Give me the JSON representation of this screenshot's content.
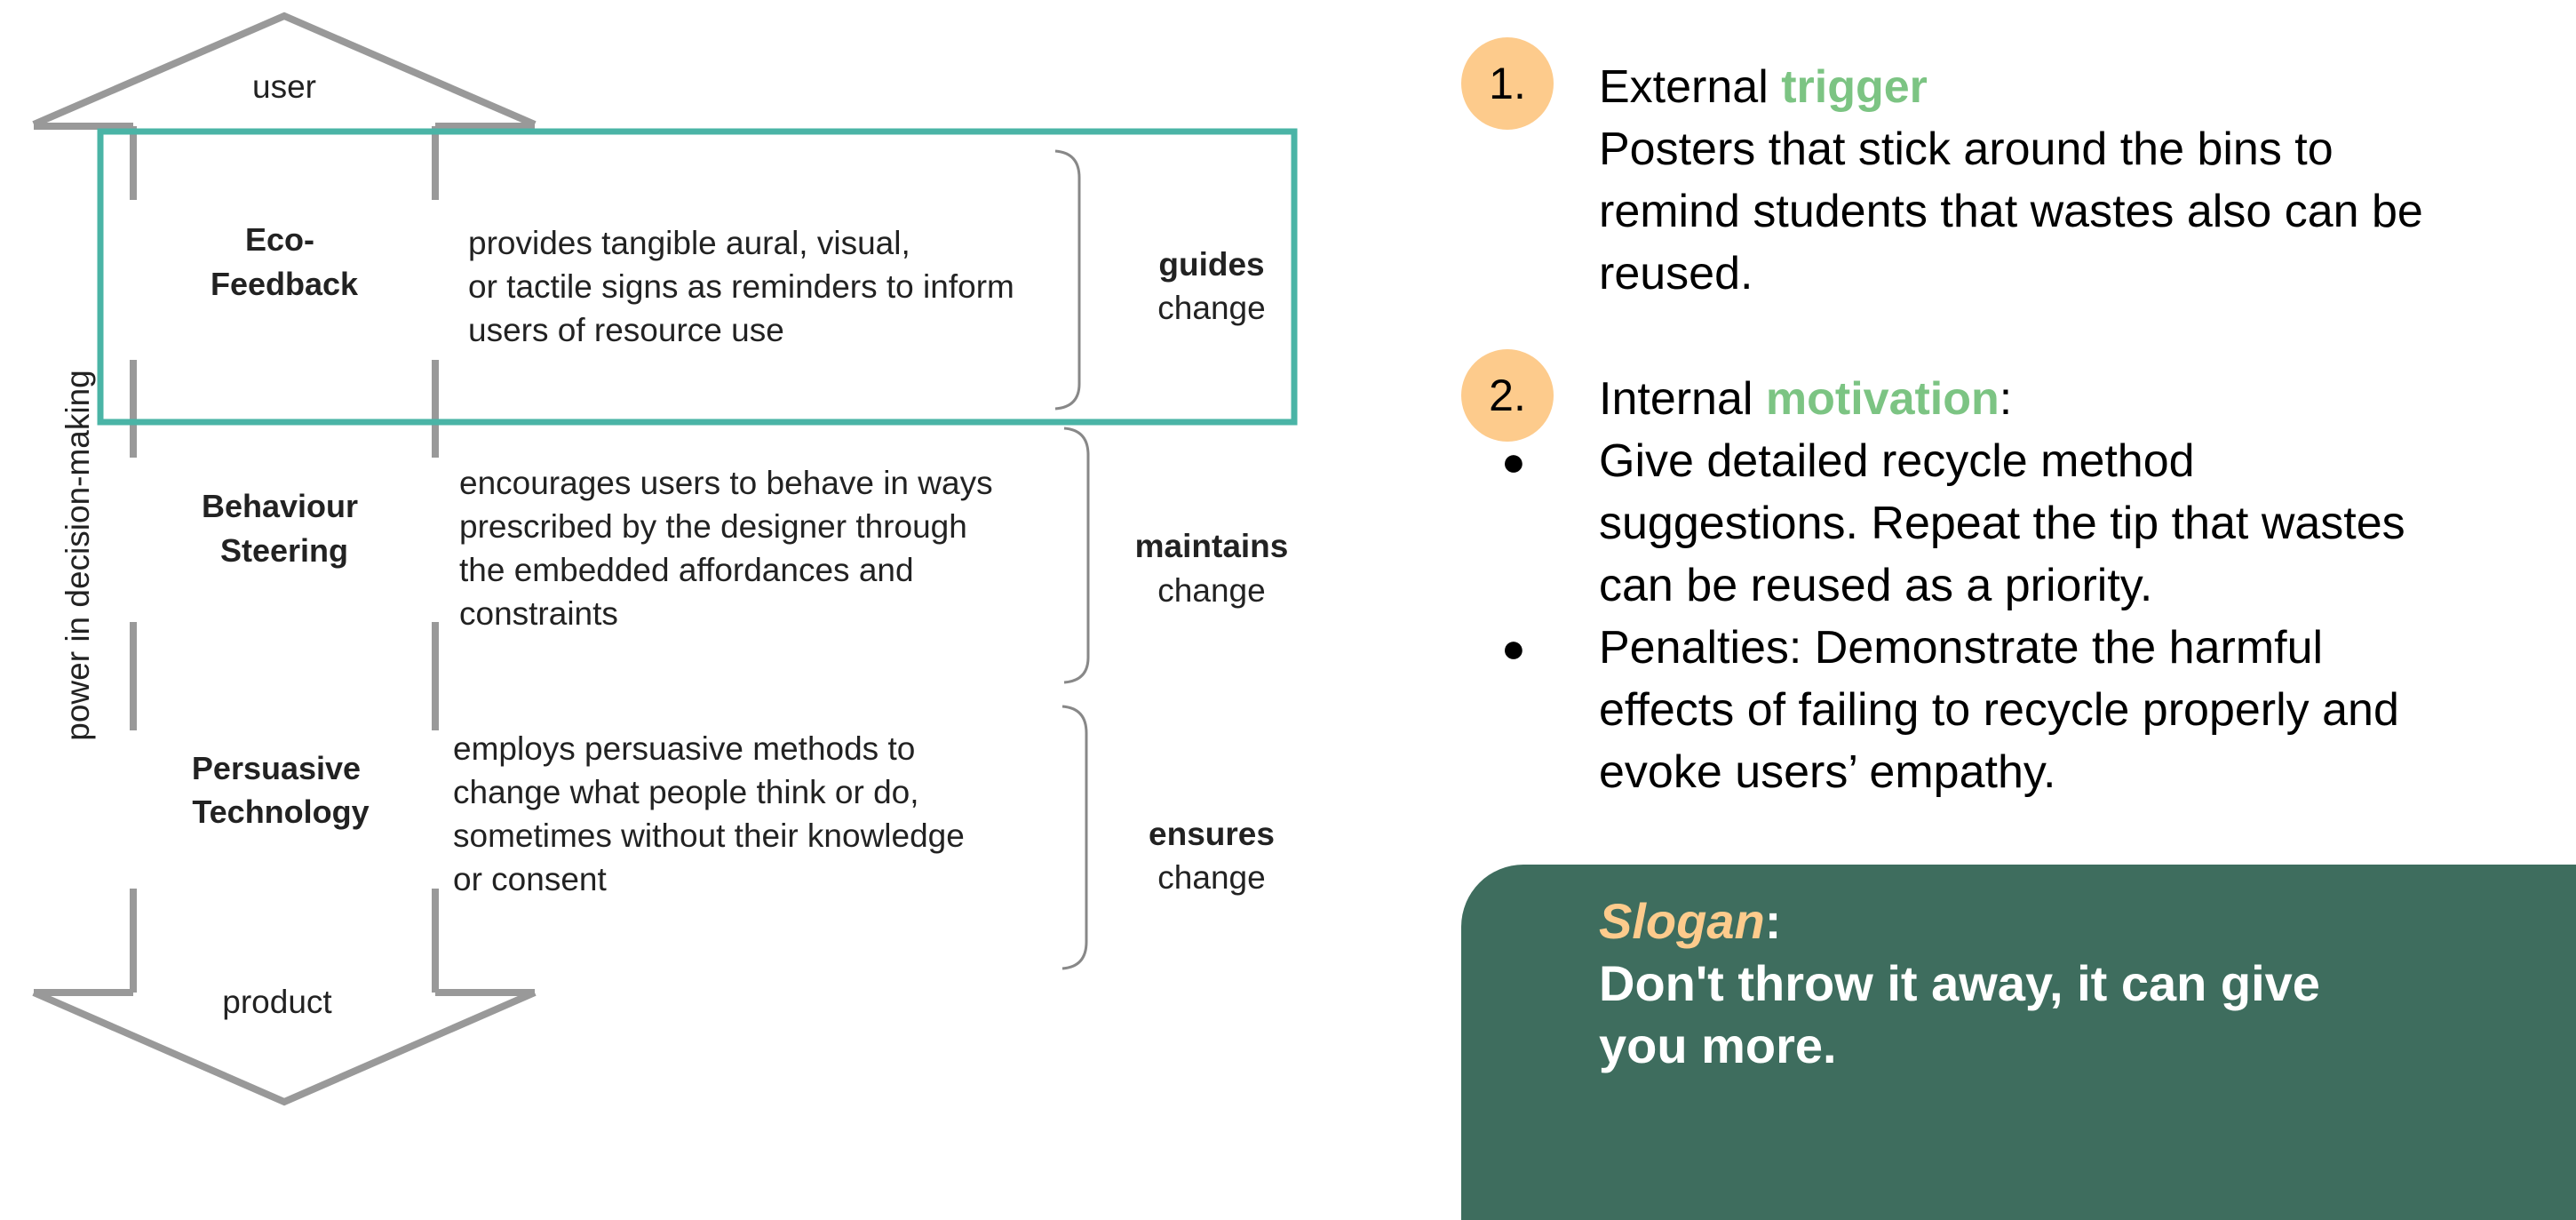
{
  "diagram": {
    "top_label": "user",
    "bottom_label": "product",
    "axis_label": "power in decision-making",
    "rows": [
      {
        "title": [
          "Eco-",
          "Feedback"
        ],
        "description": [
          "provides tangible aural, visual,",
          "or tactile signs as reminders to inform",
          "users of resource use"
        ],
        "verb": "guides",
        "change": "change"
      },
      {
        "title": [
          "Behaviour",
          "Steering"
        ],
        "description": [
          "encourages users to behave in ways",
          "prescribed by the designer through",
          "the embedded affordances and",
          "constraints"
        ],
        "verb": "maintains",
        "change": "change"
      },
      {
        "title": [
          "Persuasive",
          "Technology"
        ],
        "description": [
          "employs persuasive methods to",
          "change what people think or do,",
          "sometimes without their knowledge",
          "or consent"
        ],
        "verb": "ensures",
        "change": "change"
      }
    ],
    "highlight_color": "#4ab4a6"
  },
  "points": [
    {
      "number": "1.",
      "heading_prefix": "External ",
      "heading_highlight": "trigger",
      "heading_suffix": "",
      "body": [
        "Posters that stick around the bins to",
        "remind students that wastes also can be",
        "reused."
      ]
    },
    {
      "number": "2.",
      "heading_prefix": "Internal ",
      "heading_highlight": "motivation",
      "heading_suffix": ":",
      "bullets": [
        [
          "Give detailed recycle method",
          "suggestions. Repeat the tip that wastes",
          "can be reused as a priority."
        ],
        [
          "Penalties: Demonstrate the harmful",
          "effects of failing to recycle properly and",
          "evoke users’ empathy."
        ]
      ]
    }
  ],
  "slogan": {
    "label": "Slogan",
    "colon": ":",
    "lines": [
      "Don't throw it away, it can give",
      "you more."
    ]
  },
  "colors": {
    "accent_green": "#7cc483",
    "circle_orange": "#fdcb8c",
    "panel_green": "#3e6d5e",
    "frame_teal": "#4ab4a6",
    "diagram_gray": "#999999"
  }
}
